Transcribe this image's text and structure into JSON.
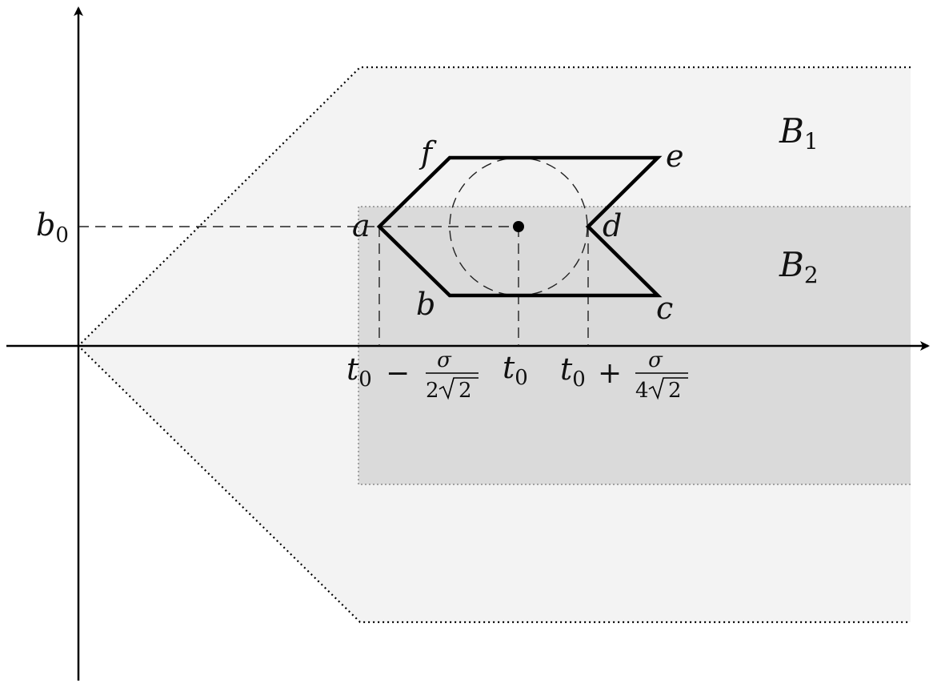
{
  "diagram": {
    "region_labels": {
      "b1": "B",
      "b1_sub": "1",
      "b2": "B",
      "b2_sub": "2"
    },
    "vertices": {
      "a": "a",
      "b": "b",
      "c": "c",
      "d": "d",
      "e": "e",
      "f": "f"
    },
    "axis_labels": {
      "b0": "b",
      "b0_sub": "0",
      "t0": "t",
      "t0_sub": "0",
      "left_tick": {
        "t": "t",
        "sub": "0",
        "op": "−",
        "num": "σ",
        "den_coef": "2",
        "den_rad": "2"
      },
      "right_tick": {
        "t": "t",
        "sub": "0",
        "op": "+",
        "num": "σ",
        "den_coef": "4",
        "den_rad": "2"
      }
    },
    "colors": {
      "outer_region": "#f3f3f3",
      "inner_region": "#dadada",
      "stroke": "#000000"
    }
  }
}
